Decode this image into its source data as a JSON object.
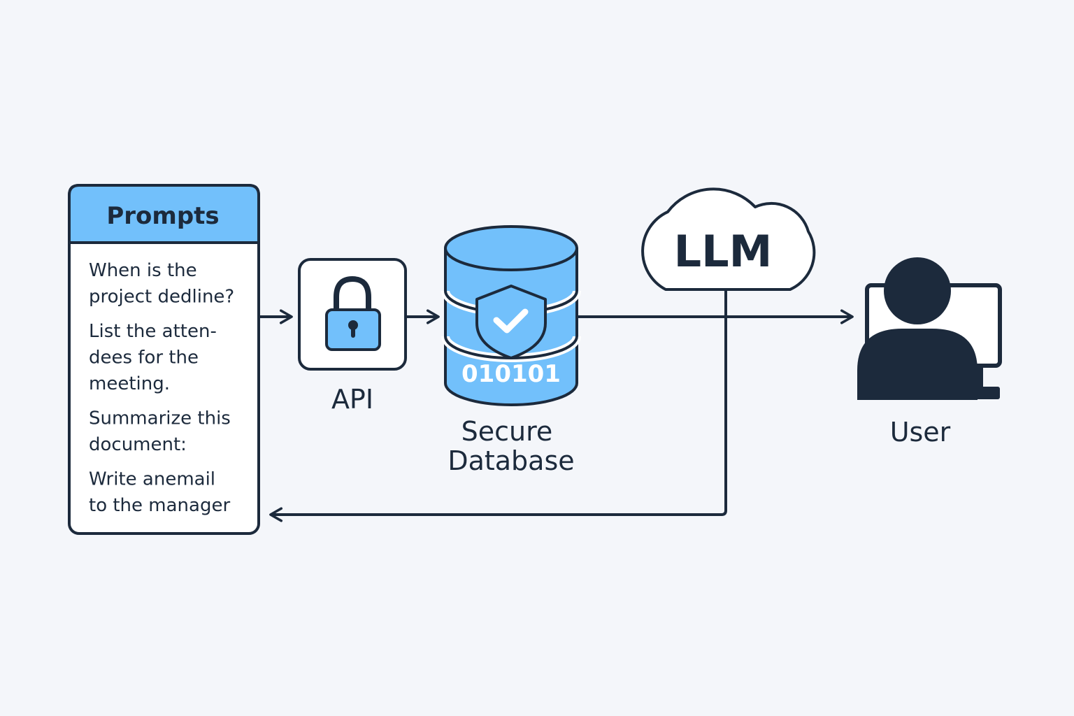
{
  "colors": {
    "background": "#f4f6fa",
    "outline": "#1c2a3c",
    "accent_blue": "#72c0fb",
    "white": "#ffffff"
  },
  "prompts": {
    "title": "Prompts",
    "items": [
      {
        "lines": [
          "When is the",
          "project dedline?"
        ]
      },
      {
        "lines": [
          "List the atten-",
          "dees for the",
          "meeting."
        ]
      },
      {
        "lines": [
          "Summarize this",
          "document:"
        ]
      },
      {
        "lines": [
          "Write anemail",
          "to the manager"
        ]
      }
    ]
  },
  "api": {
    "label": "API",
    "icon": "padlock-icon"
  },
  "database": {
    "label_lines": [
      "Secure",
      "Database"
    ],
    "binary_text": "010101",
    "icon": "shield-check-icon"
  },
  "llm": {
    "label": "LLM",
    "icon": "cloud-icon"
  },
  "user": {
    "label": "User",
    "icon": "user-at-monitor-icon"
  }
}
